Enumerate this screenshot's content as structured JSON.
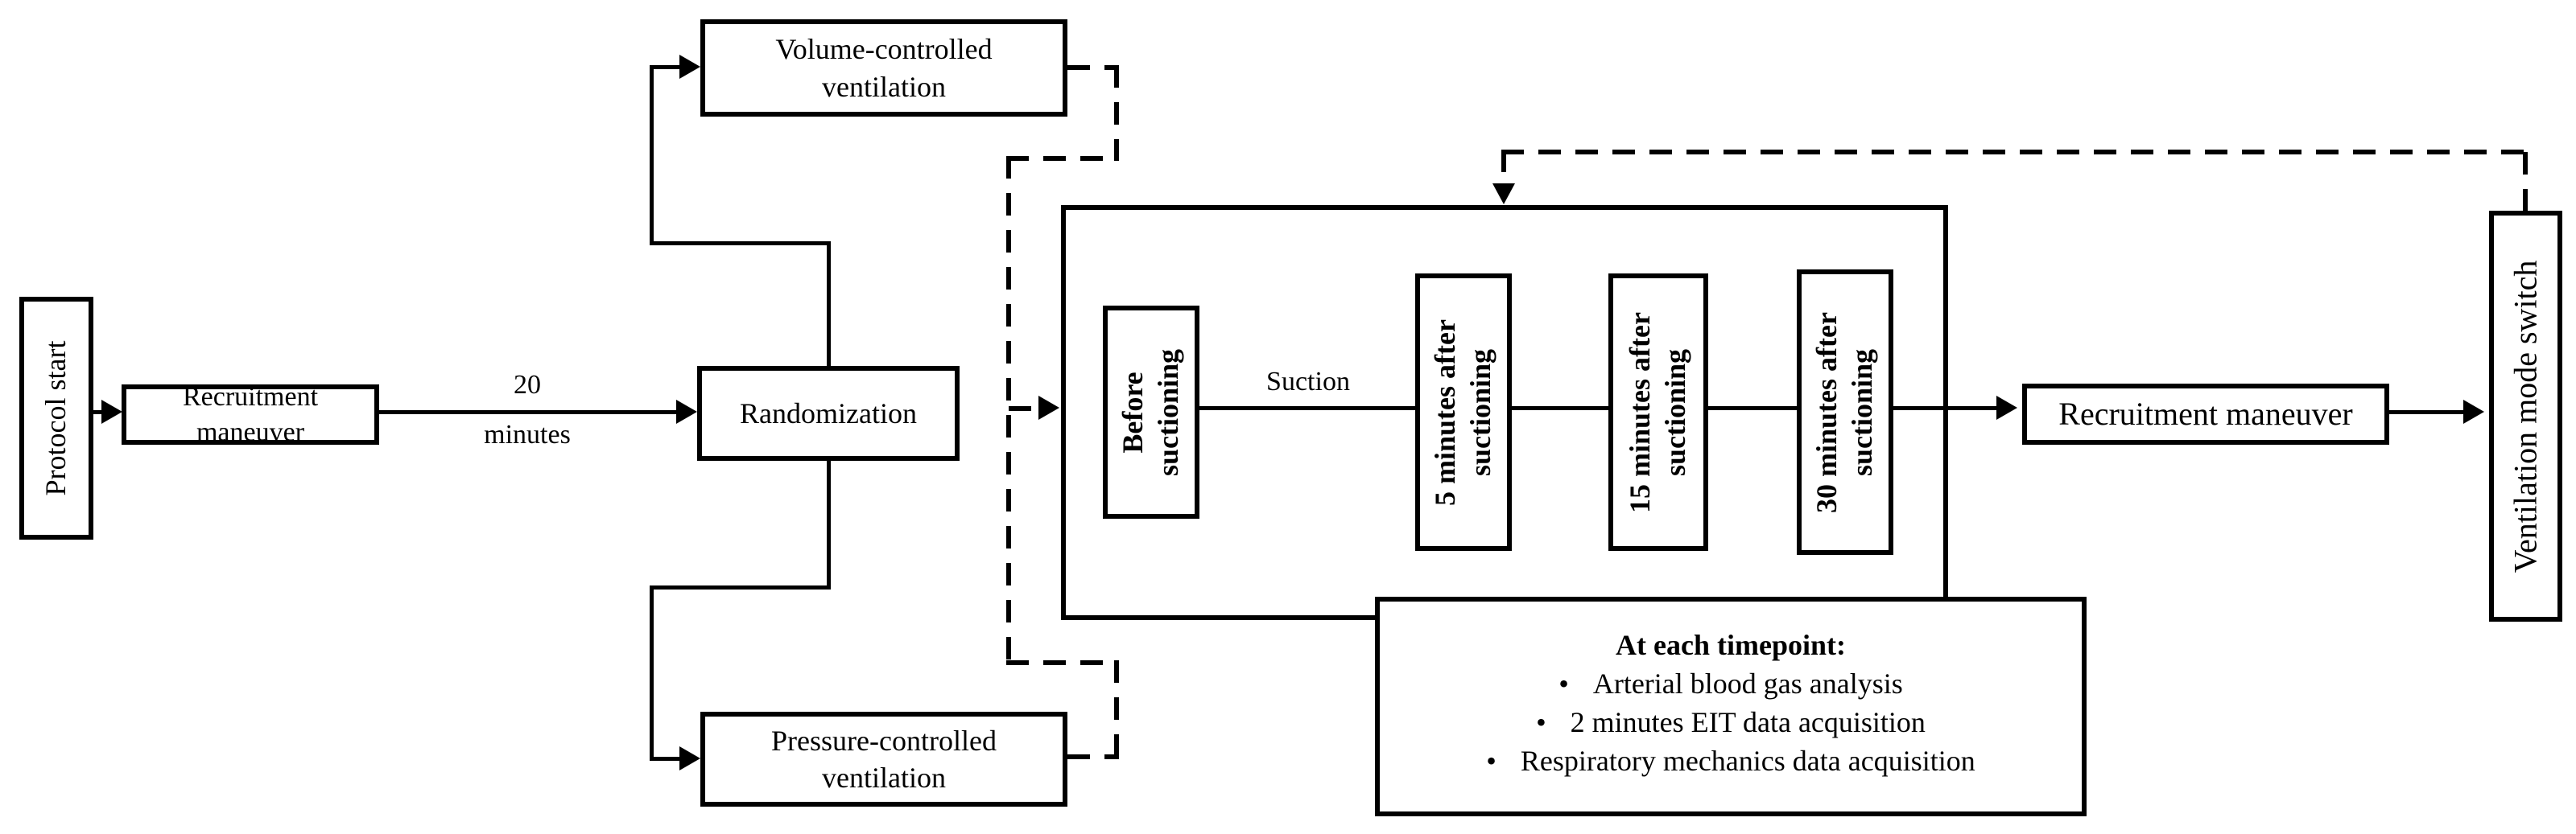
{
  "diagram": {
    "colors": {
      "stroke": "#000000",
      "background": "#ffffff"
    },
    "nodes": {
      "protocol_start": {
        "label": "Protocol start"
      },
      "recruitment_left": {
        "label": "Recruitment maneuver"
      },
      "randomization": {
        "label": "Randomization"
      },
      "volume_cv": {
        "label": "Volume-controlled\nventilation"
      },
      "pressure_cv": {
        "label": "Pressure-controlled\nventilation"
      },
      "before_suction": {
        "label": "Before\nsuctioning"
      },
      "five_min": {
        "label": "5 minutes after\nsuctioning"
      },
      "fifteen_min": {
        "label": "15 minutes after\nsuctioning"
      },
      "thirty_min": {
        "label": "30 minutes after\nsuctioning"
      },
      "recruitment_right": {
        "label": "Recruitment maneuver"
      },
      "vent_switch": {
        "label": "Ventilation mode switch"
      }
    },
    "edge_labels": {
      "twenty_minutes": "20\nminutes",
      "suction": "Suction"
    },
    "note": {
      "title": "At each timepoint:",
      "bullet_char": "•",
      "bullets": [
        "Arterial blood gas analysis",
        "2 minutes EIT data acquisition",
        "Respiratory mechanics data acquisition"
      ]
    }
  }
}
